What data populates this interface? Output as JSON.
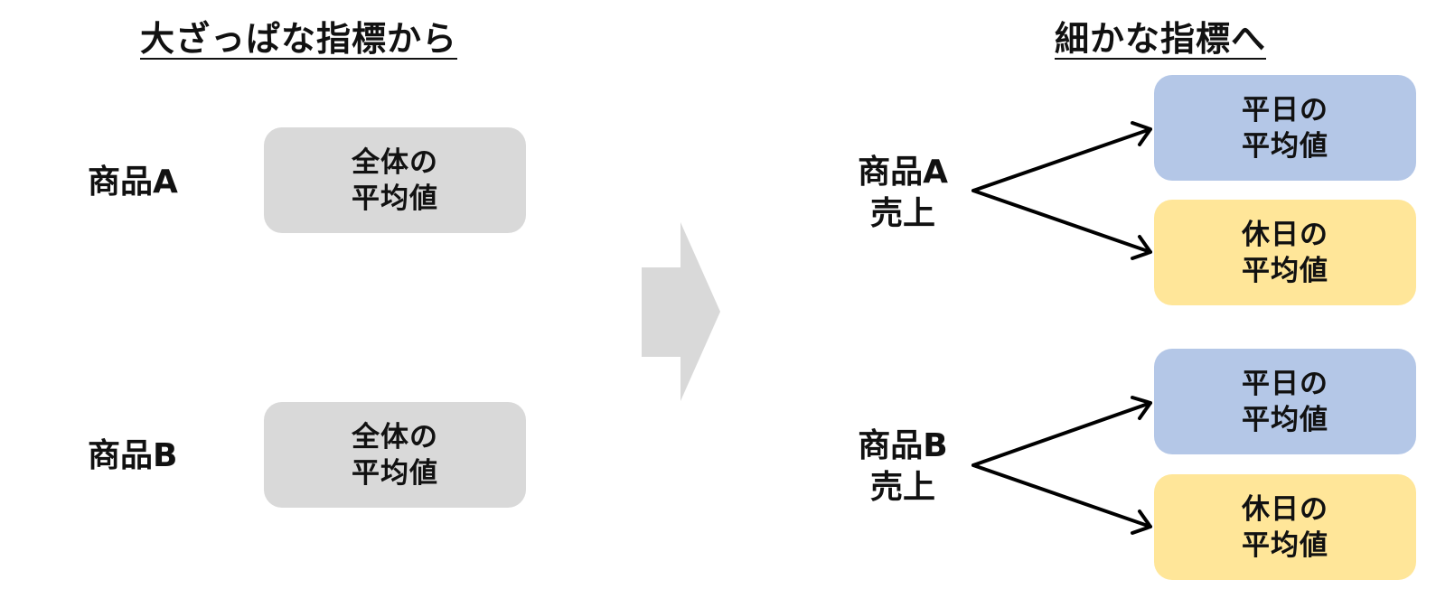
{
  "headings": {
    "left": "大ざっぱな指標から",
    "right": "細かな指標へ"
  },
  "left_section": {
    "products": [
      {
        "label": "商品A",
        "box": {
          "line1": "全体の",
          "line2": "平均値"
        }
      },
      {
        "label": "商品B",
        "box": {
          "line1": "全体の",
          "line2": "平均値"
        }
      }
    ]
  },
  "right_section": {
    "products": [
      {
        "label_line1": "商品A",
        "label_line2": "売上",
        "boxes": [
          {
            "line1": "平日の",
            "line2": "平均値"
          },
          {
            "line1": "休日の",
            "line2": "平均値"
          }
        ]
      },
      {
        "label_line1": "商品B",
        "label_line2": "売上",
        "boxes": [
          {
            "line1": "平日の",
            "line2": "平均値"
          },
          {
            "line1": "休日の",
            "line2": "平均値"
          }
        ]
      }
    ]
  },
  "colors": {
    "gray_box": "#d9d9d9",
    "weekday_box": "#b4c7e7",
    "holiday_box": "#ffe699",
    "arrow": "#d9d9d9"
  }
}
